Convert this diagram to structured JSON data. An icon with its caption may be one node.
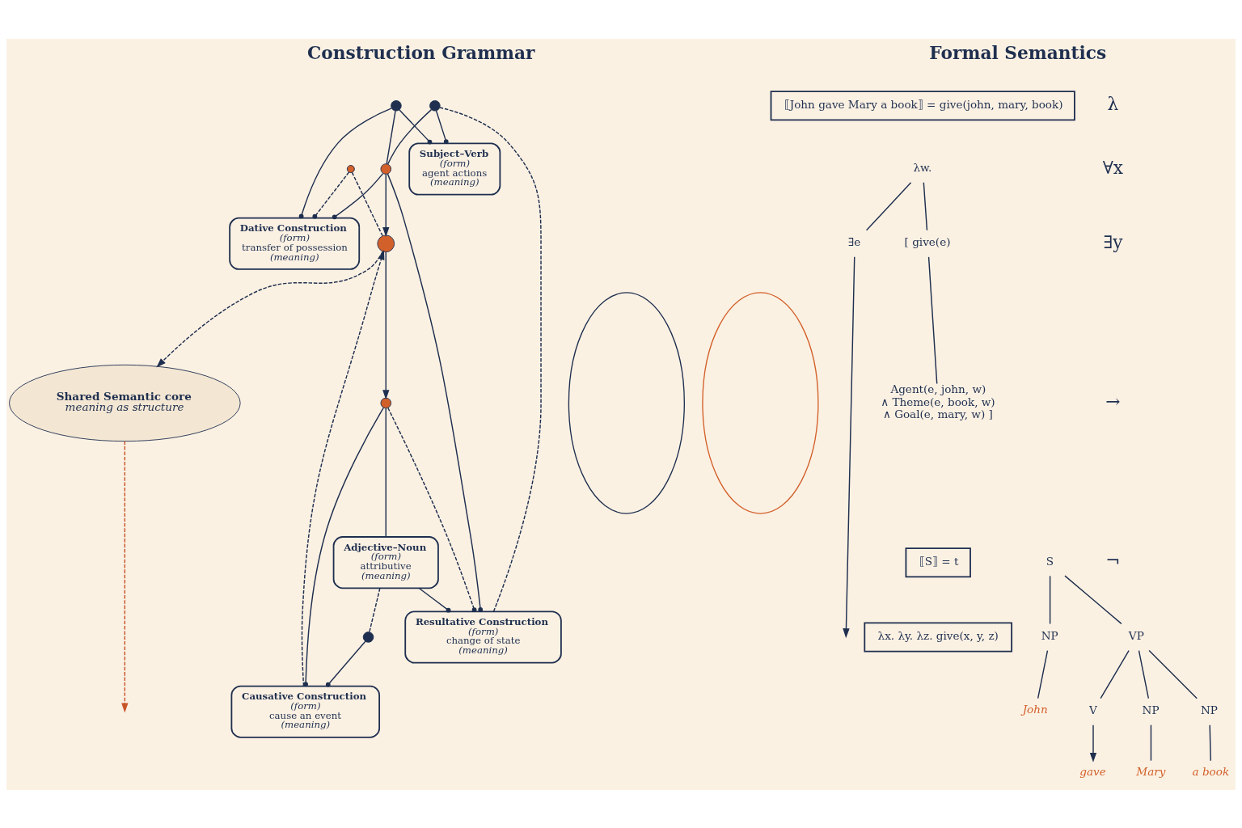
{
  "diagram": {
    "nodes": [
      {
        "text": [
          "Subject–Verb",
          "(form)",
          "agent actions",
          "(meaning)"
        ]
      },
      {
        "text": [
          "Dative Construction",
          "(form)",
          "transfer of possession",
          "(meaning)"
        ]
      },
      {
        "text": [
          "Resultative Construction",
          "(form)",
          "change of state",
          "(meaning)"
        ]
      },
      {
        "text": [
          "Adjective–Noun",
          "(form)",
          "attributive",
          "(meaning)"
        ]
      },
      {
        "text": [
          "Causative Construction",
          "(form)",
          "cause an event",
          "(meaning)"
        ]
      },
      {
        "text": [],
        "shape": "circle"
      },
      {
        "text": [],
        "shape": "circle"
      },
      {
        "text": [],
        "shape": "circle"
      },
      {
        "text": [],
        "shape": "circle"
      },
      {
        "text": [],
        "shape": "circle"
      },
      {
        "text": [],
        "shape": "circle"
      },
      {
        "text": [],
        "shape": "circle"
      },
      {
        "text": [],
        "shape": "ellipse"
      },
      {
        "text": [
          "Shared Semantic core",
          "meaning as structure"
        ]
      },
      {
        "text": [],
        "shape": "ellipse"
      },
      {
        "text": [
          "⟦John gave Mary a book⟧ = give(john, mary, book)"
        ]
      },
      {
        "text": [
          "λw."
        ]
      },
      {
        "text": [
          "∃e"
        ]
      },
      {
        "text": [
          "[ give(e)"
        ]
      },
      {
        "text": [
          "Agent(e, john, w)",
          "∧ Theme(e, book, w)",
          "∧ Goal(e, mary, w) ]"
        ]
      },
      {
        "text": [
          "⟦S⟧ = t"
        ]
      },
      {
        "text": [
          "λx. λy. λz. give(x, y, z)"
        ]
      },
      {
        "text": [
          "S"
        ]
      },
      {
        "text": [
          "NP"
        ]
      },
      {
        "text": [
          "VP"
        ]
      },
      {
        "text": [
          "John"
        ]
      },
      {
        "text": [
          "V"
        ]
      },
      {
        "text": [
          "NP"
        ]
      },
      {
        "text": [
          "NP"
        ]
      },
      {
        "text": [
          "gave"
        ]
      },
      {
        "text": [
          "Mary"
        ]
      },
      {
        "text": [
          "a book"
        ]
      }
    ],
    "edges": [
      {
        "from": 5,
        "to": 0,
        "arrow": "other"
      },
      {
        "from": 5,
        "to": 1,
        "arrow": "other"
      },
      {
        "from": 5,
        "to": 7,
        "arrow": "none"
      },
      {
        "from": 6,
        "to": 0,
        "arrow": "other"
      },
      {
        "from": 6,
        "to": 7,
        "arrow": "none"
      },
      {
        "from": 6,
        "to": 2,
        "arrow": "none",
        "style": "dashed"
      },
      {
        "from": 7,
        "to": 1,
        "arrow": "other"
      },
      {
        "from": 7,
        "to": 2,
        "arrow": "other"
      },
      {
        "from": 7,
        "to": 9,
        "arrow": "to"
      },
      {
        "from": 8,
        "to": 1,
        "arrow": "other",
        "style": "dashed"
      },
      {
        "from": 8,
        "to": 9,
        "arrow": "none",
        "style": "dashed"
      },
      {
        "from": 9,
        "to": 13,
        "arrow": "to",
        "style": "dashed"
      },
      {
        "from": 9,
        "to": 10,
        "arrow": "to"
      },
      {
        "from": 10,
        "to": 2,
        "arrow": "other",
        "style": "dashed"
      },
      {
        "from": 4,
        "to": 9,
        "arrow": "to",
        "style": "dashed"
      },
      {
        "from": 10,
        "to": 4,
        "arrow": "other"
      },
      {
        "from": 10,
        "to": 3,
        "arrow": "none"
      },
      {
        "from": 3,
        "to": 2,
        "arrow": "other"
      },
      {
        "from": 3,
        "to": 11,
        "arrow": "none",
        "style": "dashed"
      },
      {
        "from": 11,
        "to": 4,
        "arrow": "other"
      },
      {
        "from": 13,
        "to": null,
        "arrow": "to",
        "style": "dashed",
        "color": "#c8552a"
      },
      {
        "from": 16,
        "to": 17,
        "arrow": "none"
      },
      {
        "from": 16,
        "to": 18,
        "arrow": "none"
      },
      {
        "from": 18,
        "to": 19,
        "arrow": "none"
      },
      {
        "from": 17,
        "to": null,
        "arrow": "to"
      },
      {
        "from": 22,
        "to": 23,
        "arrow": "none"
      },
      {
        "from": 22,
        "to": 24,
        "arrow": "none"
      },
      {
        "from": 23,
        "to": 25,
        "arrow": "none"
      },
      {
        "from": 24,
        "to": 26,
        "arrow": "none"
      },
      {
        "from": 24,
        "to": 27,
        "arrow": "none"
      },
      {
        "from": 24,
        "to": 28,
        "arrow": "none"
      },
      {
        "from": 26,
        "to": 29,
        "arrow": "to"
      },
      {
        "from": 27,
        "to": 30,
        "arrow": "none"
      },
      {
        "from": 28,
        "to": 31,
        "arrow": "none"
      }
    ],
    "labels": [
      "Construction Grammar",
      "Formal Semantics",
      "λ",
      "∀x",
      "∃y",
      "→",
      "¬"
    ]
  }
}
